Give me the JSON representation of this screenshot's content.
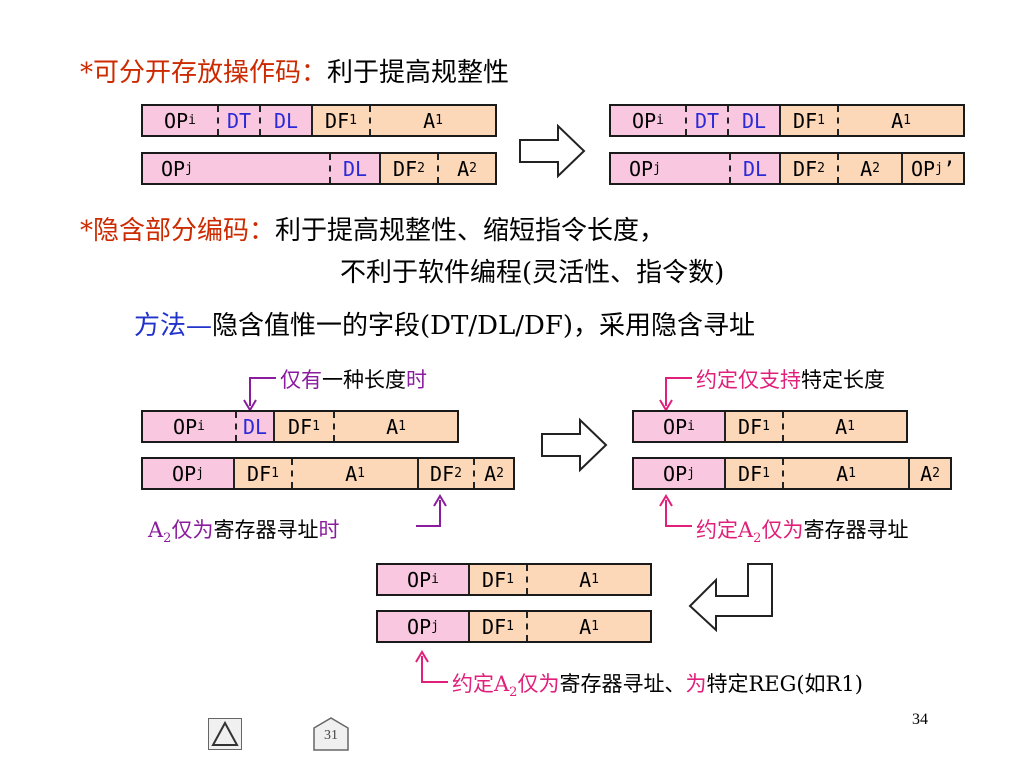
{
  "line1": {
    "bullet": "*可分开存放操作码：",
    "text": "利于提高规整性"
  },
  "line2": {
    "bullet": "*隐含部分编码：",
    "text1": "利于提高规整性、缩短指令长度，",
    "text2": "不利于软件编程(灵活性、指令数)"
  },
  "line3": {
    "label": "方法—",
    "text": "隐含值惟一的字段(DT/DL/DF)，采用隐含寻址"
  },
  "fields": {
    "op": "OP",
    "sub_i": "i",
    "sub_j": "j",
    "dt": "DT",
    "dl": "DL",
    "df": "DF",
    "a": "A",
    "one": "1",
    "two": "2",
    "prime": "’"
  },
  "notes": {
    "n1_a": "仅有",
    "n1_b": "一种长度",
    "n1_c": "时",
    "n2_a": "约定仅支持",
    "n2_b": "特定长度",
    "n3_a": "A",
    "n3_sub": "2",
    "n3_b": "仅为",
    "n3_c": "寄存器寻址",
    "n3_d": "时",
    "n4_a": "约定A",
    "n4_sub": "2",
    "n4_b": "仅为",
    "n4_c": "寄存器寻址",
    "n5_a": "约定A",
    "n5_sub": "2",
    "n5_b": "仅为",
    "n5_c": "寄存器寻址、",
    "n5_d": "为",
    "n5_e": "特定REG(如R1)"
  },
  "footer": {
    "page_number": "34",
    "nav_page": "31"
  },
  "icons": {
    "arrow": "hollow-right-arrow",
    "return_arrow": "hollow-return-arrow",
    "nav_up": "triangle-up-icon"
  },
  "colors": {
    "title_red": "#cc2a00",
    "blue": "#2233cc",
    "purple": "#8a1c9e",
    "pink": "#e0207a",
    "op_fill": "#f9c8e0",
    "field_fill": "#fcd8b8"
  }
}
